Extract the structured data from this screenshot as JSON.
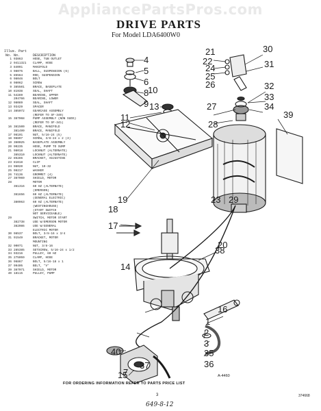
{
  "watermark": "AppliancePartsPros.com",
  "title": "DRIVE PARTS",
  "subtitle": "For Model LDA6400W0",
  "legend_header": {
    "col1": "Illus. Part",
    "col2a": "No.",
    "col2b": "No.",
    "col3": "DESCRIPTION"
  },
  "parts": [
    {
      "illus": "1",
      "part": "93863",
      "desc": "HOSE, TUB OUTLET"
    },
    {
      "illus": "2",
      "part": "9411321",
      "desc": "CLAMP, HOSE"
    },
    {
      "illus": "3",
      "part": "84091",
      "desc": "MANIFOLD"
    },
    {
      "illus": "4",
      "part": "98075",
      "desc": "BALL, SUSPENSION (6)"
    },
    {
      "illus": "5",
      "part": "85564",
      "desc": "ROD, SUSPENSION"
    },
    {
      "illus": "6",
      "part": "98046",
      "desc": "BOLT"
    },
    {
      "illus": "8",
      "part": "98062",
      "desc": "SCREW"
    },
    {
      "illus": "9",
      "part": "385501",
      "desc": "BRACE, BASEPLATE"
    },
    {
      "illus": "10",
      "part": "81938",
      "desc": "SEAL, SHAFT"
    },
    {
      "illus": "11",
      "part": "54289",
      "desc": "BEARING, UPPER"
    },
    {
      "illus": "",
      "part": "204766",
      "desc": "BEARING, LOWER"
    },
    {
      "illus": "12",
      "part": "98089",
      "desc": "SEAL, SHAFT"
    },
    {
      "illus": "13",
      "part": "93429",
      "desc": "SPACER"
    },
    {
      "illus": "14",
      "part": "385072",
      "desc": "GEARCASE ASSEMBLY"
    },
    {
      "illus": "",
      "part": "",
      "desc": "(REFER TO SF-340)"
    },
    {
      "illus": "15",
      "part": "387068",
      "desc": "PUMP ASSEMBLY (NON SUDS)"
    },
    {
      "illus": "",
      "part": "",
      "desc": "(REFER TO SF-341)"
    },
    {
      "illus": "16",
      "part": "381500",
      "desc": "BRACE, MANIFOLD"
    },
    {
      "illus": "",
      "part": "381499",
      "desc": "BRACE, MANIFOLD"
    },
    {
      "illus": "17",
      "part": "98101",
      "desc": "NUT, 5/16-24 (5)"
    },
    {
      "illus": "18",
      "part": "98897",
      "desc": "SCREW, 3/8-24 x 2 (3)"
    },
    {
      "illus": "19",
      "part": "360025",
      "desc": "BASEPLATE ASSEMBLY"
    },
    {
      "illus": "20",
      "part": "90235",
      "desc": "HOSE, PUMP TO SUMP"
    },
    {
      "illus": "21",
      "part": "98018",
      "desc": "LOCKNUT (ALTERNATE)"
    },
    {
      "illus": "",
      "part": "385310",
      "desc": "LOCKNUT (ALTERNATE)"
    },
    {
      "illus": "22",
      "part": "85286",
      "desc": "BRACKET, ADJUSTING"
    },
    {
      "illus": "23",
      "part": "81618",
      "desc": "CLIP"
    },
    {
      "illus": "24",
      "part": "98020",
      "desc": "NUT, 10-32"
    },
    {
      "illus": "25",
      "part": "98217",
      "desc": "WASHER"
    },
    {
      "illus": "26",
      "part": "74136",
      "desc": "GROMMET (4)"
    },
    {
      "illus": "27",
      "part": "387069",
      "desc": "SHIELD, MOTOR"
    },
    {
      "illus": "28",
      "part": "",
      "desc": "MOTOR"
    },
    {
      "illus": "",
      "part": "361316",
      "desc": "60 HZ (ALTERNATE)"
    },
    {
      "illus": "",
      "part": "",
      "desc": "(EMERSON)"
    },
    {
      "illus": "",
      "part": "361656",
      "desc": "60 HZ (ALTERNATE)"
    },
    {
      "illus": "",
      "part": "",
      "desc": "(GENERAL ELECTRIC)"
    },
    {
      "illus": "",
      "part": "380963",
      "desc": "60 HZ (ALTERNATE)"
    },
    {
      "illus": "",
      "part": "",
      "desc": "(WESTINGHOUSE)"
    },
    {
      "illus": "",
      "part": "",
      "desc": "(START SWITCH"
    },
    {
      "illus": "",
      "part": "",
      "desc": "NOT SERVICEABLE)"
    },
    {
      "illus": "29",
      "part": "",
      "desc": "SWITCH, MOTOR START"
    },
    {
      "illus": "",
      "part": "382738",
      "desc": "USE W/EMERSON MOTOR"
    },
    {
      "illus": "",
      "part": "382086",
      "desc": "USE W/GENERAL"
    },
    {
      "illus": "",
      "part": "",
      "desc": "ELECTRIC MOTOR"
    },
    {
      "illus": "30",
      "part": "98537",
      "desc": "BOLT, 3/8-16 x 3/4"
    },
    {
      "illus": "31",
      "part": "91549",
      "desc": "BRACKET, MOTOR"
    },
    {
      "illus": "",
      "part": "",
      "desc": "MOUNTING"
    },
    {
      "illus": "32",
      "part": "90071",
      "desc": "NUT, 3/8-16"
    },
    {
      "illus": "33",
      "part": "285385",
      "desc": "SETSCREW, 5/16-24 x 1/2"
    },
    {
      "illus": "34",
      "part": "93216",
      "desc": "PULLEY, 60 HZ"
    },
    {
      "illus": "35",
      "part": "275059",
      "desc": "CLAMP, HOSE"
    },
    {
      "illus": "36",
      "part": "96867",
      "desc": "BOLT, 5/16-18 x 1"
    },
    {
      "illus": "37",
      "part": "99405",
      "desc": "BELT, \"V\""
    },
    {
      "illus": "39",
      "part": "387071",
      "desc": "SHIELD, MOTOR"
    },
    {
      "illus": "40",
      "part": "18115",
      "desc": "PULLEY, PUMP"
    }
  ],
  "callouts": [
    "1",
    "2",
    "3",
    "4",
    "5",
    "6",
    "7",
    "8",
    "9",
    "10",
    "11",
    "12",
    "13",
    "14",
    "15",
    "16",
    "17",
    "18",
    "19",
    "20",
    "21",
    "22",
    "23",
    "24",
    "25",
    "26",
    "27",
    "28",
    "29",
    "30",
    "31",
    "32",
    "33",
    "34",
    "35",
    "36",
    "37",
    "38",
    "39",
    "40"
  ],
  "figure_ref": "A-4460",
  "footer": "FOR ORDERING INFORMATION REFER TO PARTS PRICE LIST",
  "page_number": "3",
  "revision_number": "374668",
  "handwritten_note": "649-8-12"
}
